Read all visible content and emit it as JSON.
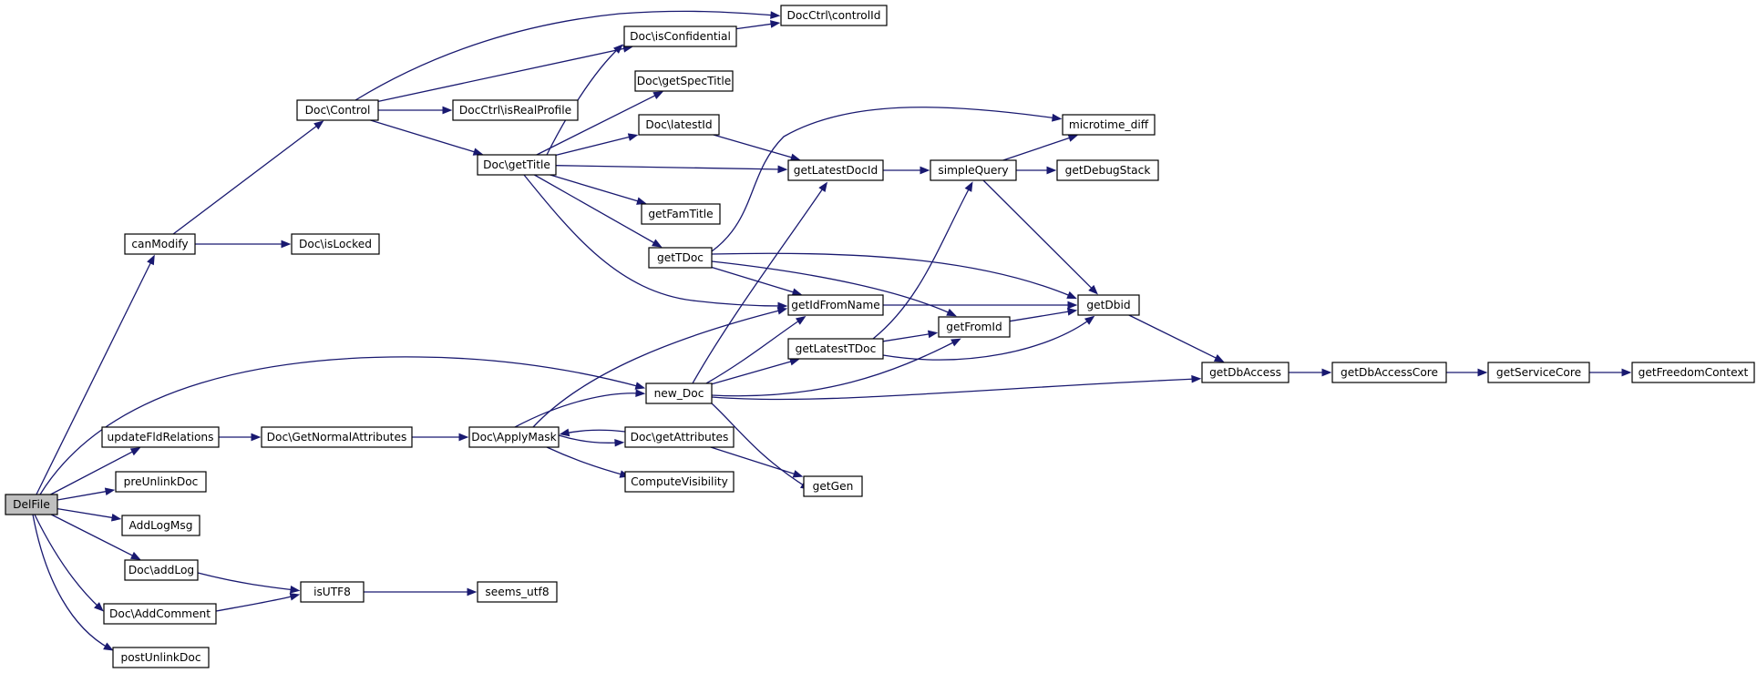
{
  "diagram": {
    "type": "call-graph",
    "edge_color": "#191970",
    "root_fill": "#bfbfbf",
    "nodes": [
      {
        "id": "delfile",
        "label": "DelFile"
      },
      {
        "id": "canmodify",
        "label": "canModify"
      },
      {
        "id": "doc_control",
        "label": "Doc\\Control"
      },
      {
        "id": "doc_isconfidential",
        "label": "Doc\\isConfidential"
      },
      {
        "id": "docctrl_controlid",
        "label": "DocCtrl\\controlId"
      },
      {
        "id": "docctrl_isrealprofile",
        "label": "DocCtrl\\isRealProfile"
      },
      {
        "id": "doc_gettitle",
        "label": "Doc\\getTitle"
      },
      {
        "id": "doc_getspectitle",
        "label": "Doc\\getSpecTitle"
      },
      {
        "id": "doc_latestid",
        "label": "Doc\\latestId"
      },
      {
        "id": "getfamtitle",
        "label": "getFamTitle"
      },
      {
        "id": "gettdoc",
        "label": "getTDoc"
      },
      {
        "id": "doc_islocked",
        "label": "Doc\\isLocked"
      },
      {
        "id": "getlatestdocid",
        "label": "getLatestDocId"
      },
      {
        "id": "simplequery",
        "label": "simpleQuery"
      },
      {
        "id": "microtime_diff",
        "label": "microtime_diff"
      },
      {
        "id": "getdebugstack",
        "label": "getDebugStack"
      },
      {
        "id": "getidfromname",
        "label": "getIdFromName"
      },
      {
        "id": "getdbid",
        "label": "getDbid"
      },
      {
        "id": "getfromid",
        "label": "getFromId"
      },
      {
        "id": "getlatesttdoc",
        "label": "getLatestTDoc"
      },
      {
        "id": "new_doc",
        "label": "new_Doc"
      },
      {
        "id": "getdbaccess",
        "label": "getDbAccess"
      },
      {
        "id": "getdbaccesscore",
        "label": "getDbAccessCore"
      },
      {
        "id": "getservicecore",
        "label": "getServiceCore"
      },
      {
        "id": "getfreedomcontext",
        "label": "getFreedomContext"
      },
      {
        "id": "updatefldrelations",
        "label": "updateFldRelations"
      },
      {
        "id": "doc_getnormalattributes",
        "label": "Doc\\GetNormalAttributes"
      },
      {
        "id": "doc_applymask",
        "label": "Doc\\ApplyMask"
      },
      {
        "id": "doc_getattributes",
        "label": "Doc\\getAttributes"
      },
      {
        "id": "computevisibility",
        "label": "ComputeVisibility"
      },
      {
        "id": "getgen",
        "label": "getGen"
      },
      {
        "id": "preunlinkdoc",
        "label": "preUnlinkDoc"
      },
      {
        "id": "addlogmsg",
        "label": "AddLogMsg"
      },
      {
        "id": "doc_addlog",
        "label": "Doc\\addLog"
      },
      {
        "id": "isutf8",
        "label": "isUTF8"
      },
      {
        "id": "seems_utf8",
        "label": "seems_utf8"
      },
      {
        "id": "doc_addcomment",
        "label": "Doc\\AddComment"
      },
      {
        "id": "postunlinkdoc",
        "label": "postUnlinkDoc"
      }
    ],
    "edges": [
      {
        "from": "delfile",
        "to": "canmodify"
      },
      {
        "from": "delfile",
        "to": "new_doc"
      },
      {
        "from": "delfile",
        "to": "updatefldrelations"
      },
      {
        "from": "delfile",
        "to": "preunlinkdoc"
      },
      {
        "from": "delfile",
        "to": "addlogmsg"
      },
      {
        "from": "delfile",
        "to": "doc_addlog"
      },
      {
        "from": "delfile",
        "to": "doc_addcomment"
      },
      {
        "from": "delfile",
        "to": "postunlinkdoc"
      },
      {
        "from": "canmodify",
        "to": "doc_control"
      },
      {
        "from": "canmodify",
        "to": "doc_islocked"
      },
      {
        "from": "doc_control",
        "to": "docctrl_controlid"
      },
      {
        "from": "doc_control",
        "to": "doc_isconfidential"
      },
      {
        "from": "doc_control",
        "to": "docctrl_isrealprofile"
      },
      {
        "from": "doc_control",
        "to": "doc_gettitle"
      },
      {
        "from": "doc_isconfidential",
        "to": "docctrl_controlid"
      },
      {
        "from": "doc_gettitle",
        "to": "doc_isconfidential"
      },
      {
        "from": "doc_gettitle",
        "to": "doc_getspectitle"
      },
      {
        "from": "doc_gettitle",
        "to": "doc_latestid"
      },
      {
        "from": "doc_gettitle",
        "to": "getlatestdocid"
      },
      {
        "from": "doc_gettitle",
        "to": "getfamtitle"
      },
      {
        "from": "doc_gettitle",
        "to": "gettdoc"
      },
      {
        "from": "doc_gettitle",
        "to": "getidfromname"
      },
      {
        "from": "doc_latestid",
        "to": "getlatestdocid"
      },
      {
        "from": "getlatestdocid",
        "to": "simplequery"
      },
      {
        "from": "simplequery",
        "to": "microtime_diff"
      },
      {
        "from": "simplequery",
        "to": "getdebugstack"
      },
      {
        "from": "simplequery",
        "to": "getdbid"
      },
      {
        "from": "gettdoc",
        "to": "microtime_diff"
      },
      {
        "from": "gettdoc",
        "to": "getidfromname"
      },
      {
        "from": "gettdoc",
        "to": "getfromid"
      },
      {
        "from": "gettdoc",
        "to": "getdbid"
      },
      {
        "from": "getidfromname",
        "to": "getdbid"
      },
      {
        "from": "getfromid",
        "to": "getdbid"
      },
      {
        "from": "getlatesttdoc",
        "to": "simplequery"
      },
      {
        "from": "getlatesttdoc",
        "to": "getfromid"
      },
      {
        "from": "getlatesttdoc",
        "to": "getdbid"
      },
      {
        "from": "getdbid",
        "to": "getdbaccess"
      },
      {
        "from": "new_doc",
        "to": "getlatestdocid"
      },
      {
        "from": "new_doc",
        "to": "getidfromname"
      },
      {
        "from": "new_doc",
        "to": "getlatesttdoc"
      },
      {
        "from": "new_doc",
        "to": "getfromid"
      },
      {
        "from": "new_doc",
        "to": "getdbaccess"
      },
      {
        "from": "new_doc",
        "to": "getgen"
      },
      {
        "from": "getdbaccess",
        "to": "getdbaccesscore"
      },
      {
        "from": "getdbaccesscore",
        "to": "getservicecore"
      },
      {
        "from": "getservicecore",
        "to": "getfreedomcontext"
      },
      {
        "from": "updatefldrelations",
        "to": "doc_getnormalattributes"
      },
      {
        "from": "doc_getnormalattributes",
        "to": "doc_applymask"
      },
      {
        "from": "doc_applymask",
        "to": "new_doc"
      },
      {
        "from": "doc_applymask",
        "to": "getidfromname"
      },
      {
        "from": "doc_applymask",
        "to": "doc_getattributes"
      },
      {
        "from": "doc_applymask",
        "to": "computevisibility"
      },
      {
        "from": "doc_getattributes",
        "to": "doc_applymask"
      },
      {
        "from": "doc_getattributes",
        "to": "getgen"
      },
      {
        "from": "doc_addlog",
        "to": "isutf8"
      },
      {
        "from": "doc_addcomment",
        "to": "isutf8"
      },
      {
        "from": "isutf8",
        "to": "seems_utf8"
      }
    ]
  }
}
